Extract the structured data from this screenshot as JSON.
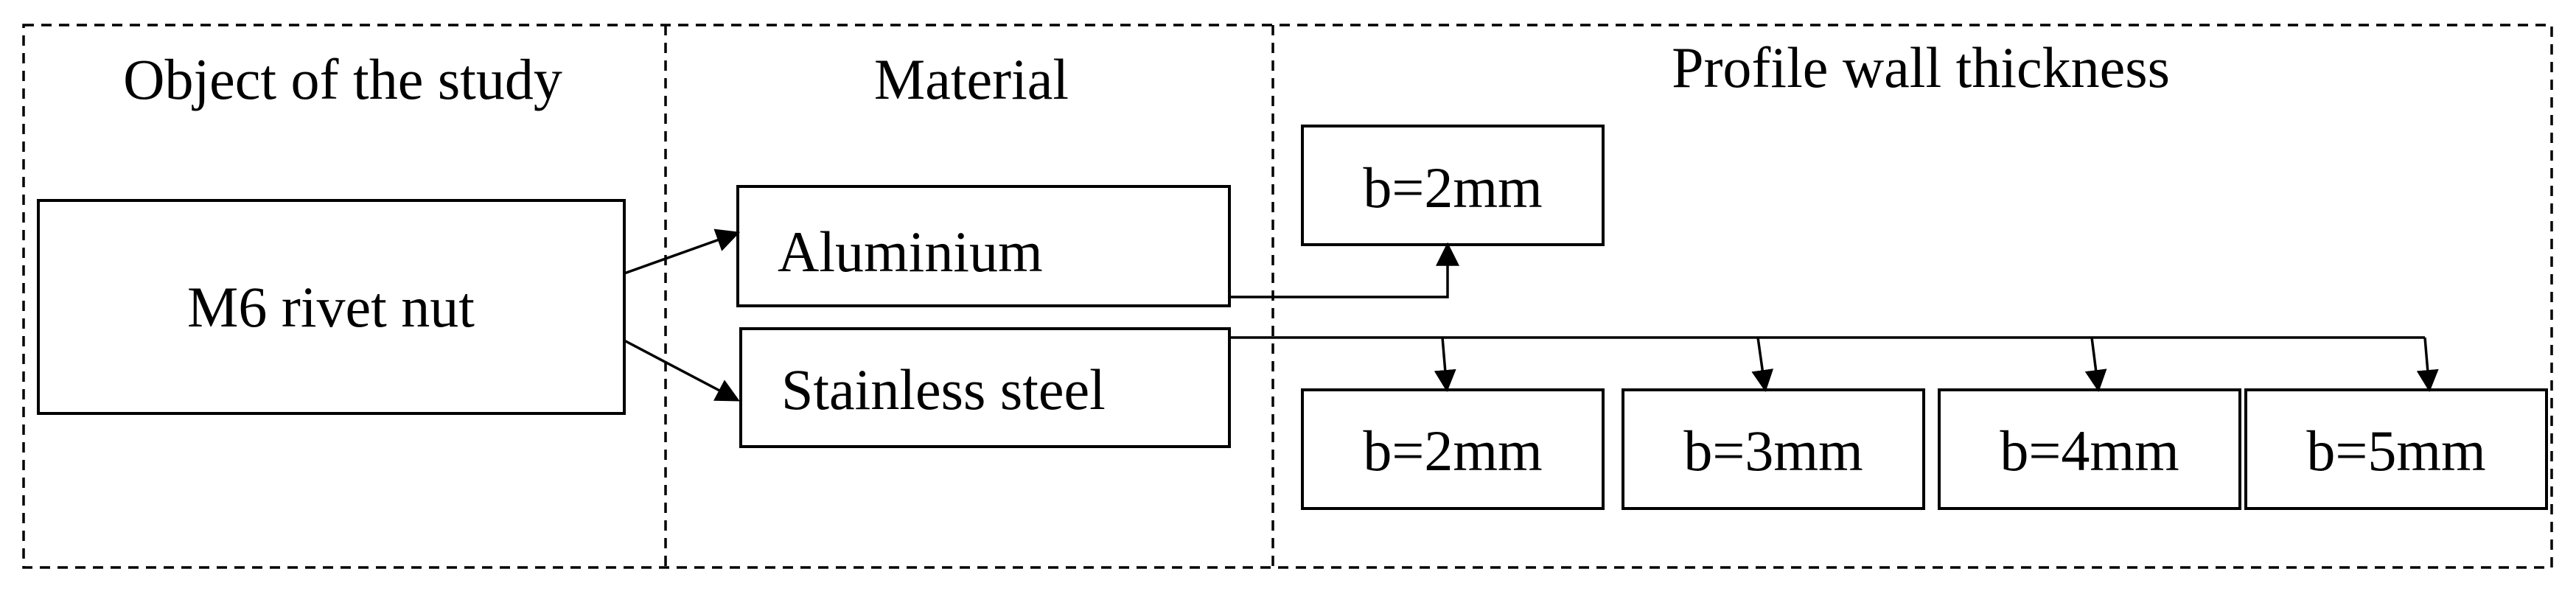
{
  "columns": {
    "object_header": "Object of the study",
    "material_header": "Material",
    "thickness_header": "Profile wall thickness"
  },
  "object": {
    "label": "M6 rivet nut"
  },
  "materials": {
    "aluminium": "Aluminium",
    "stainless_steel": "Stainless steel"
  },
  "thickness": {
    "aluminium": [
      "b=2mm"
    ],
    "stainless_steel": [
      "b=2mm",
      "b=3mm",
      "b=4mm",
      "b=5mm"
    ]
  }
}
